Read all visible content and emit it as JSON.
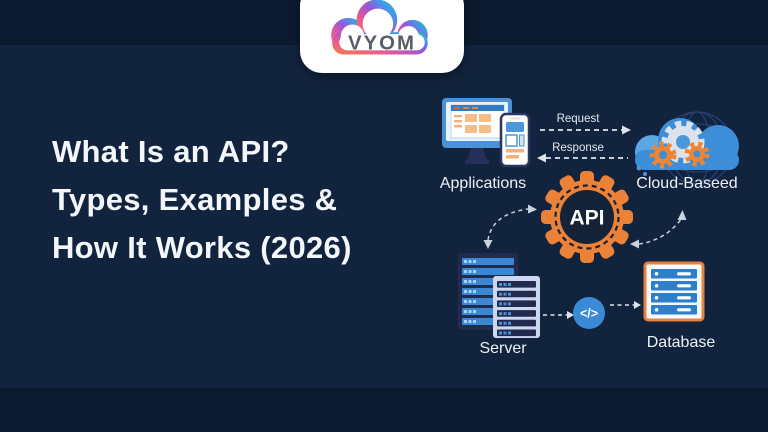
{
  "logo": {
    "brand": "VYOM",
    "icon": "vyom-gradient-cloud-logo"
  },
  "headline": {
    "lines": [
      "What Is an API?",
      "Types, Examples &",
      "How It Works (2026)"
    ]
  },
  "diagram": {
    "labels": {
      "applications": "Applications",
      "cloud": "Cloud-Baseed",
      "server": "Server",
      "database": "Database"
    },
    "arrows": {
      "request": "Request",
      "response": "Response"
    },
    "api_badge": "API",
    "code_glyph": "</>"
  },
  "colors": {
    "background_outer": "#0b1a2e",
    "background_inner": "#12233d",
    "accent_orange": "#ec8138",
    "accent_blue": "#3c8ed8",
    "icon_navy": "#1f2c4e",
    "server_lavender": "#cdd7f0",
    "arrow_gray": "#dfe4eb",
    "headline_white": "#f3f6fa"
  }
}
